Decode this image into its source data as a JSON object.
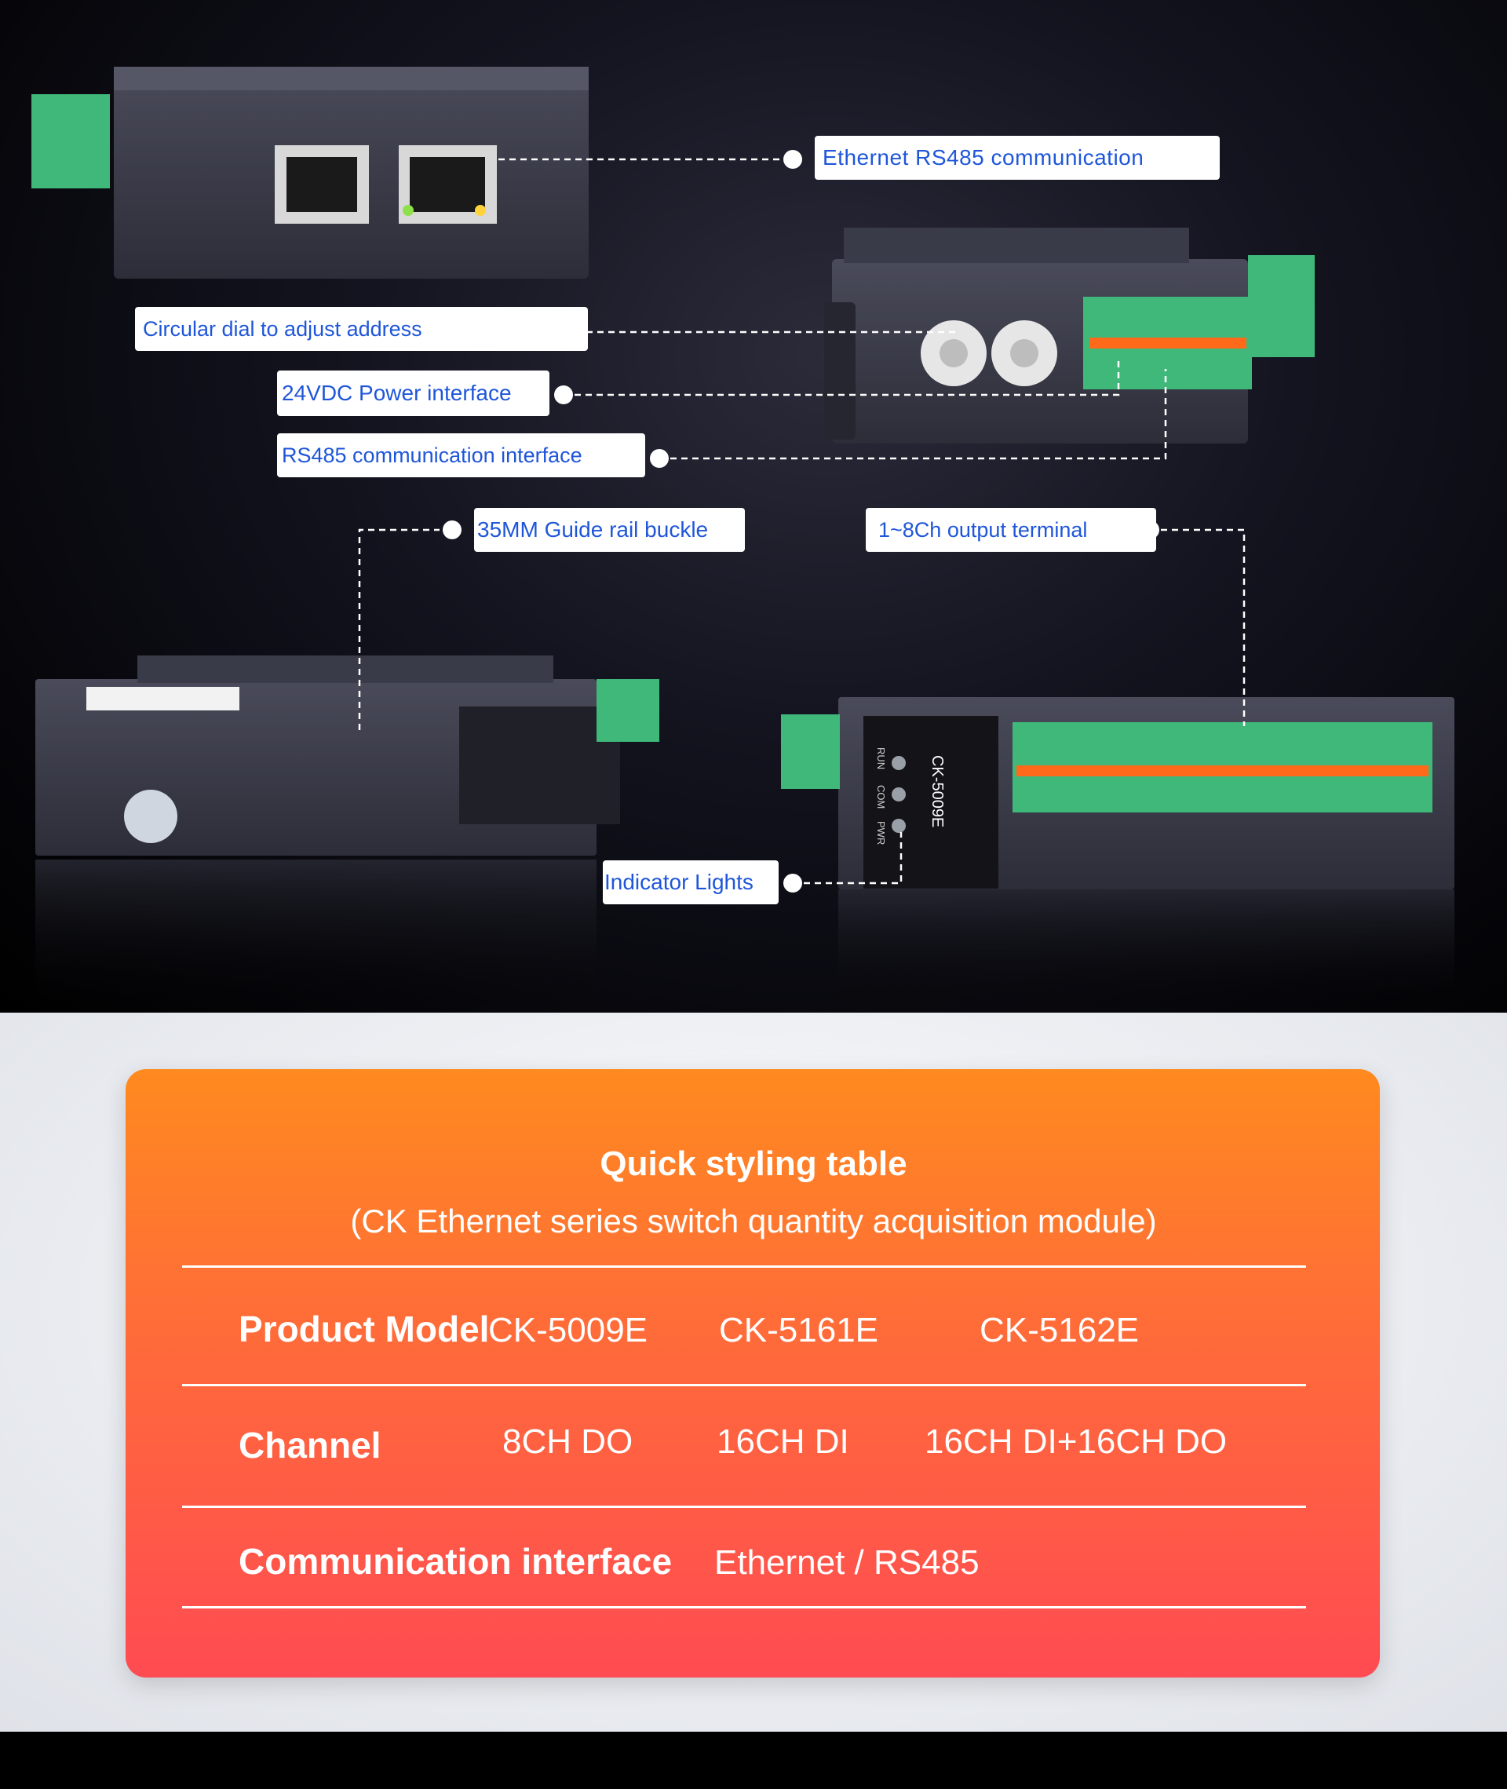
{
  "callouts": {
    "ethernet_rs485": "Ethernet RS485 communication",
    "circular_dial": "Circular dial to adjust address",
    "power": "24VDC Power interface",
    "rs485": "RS485 communication interface",
    "guide_rail": "35MM Guide rail buckle",
    "output_terminal": "1~8Ch output terminal",
    "indicator": "Indicator Lights"
  },
  "device": {
    "model_label": "CK-5009E",
    "led_labels": [
      "RUN",
      "COM",
      "PWR"
    ]
  },
  "table": {
    "title": "Quick styling table",
    "subtitle": "(CK Ethernet series switch quantity acquisition module)",
    "rows": [
      {
        "label": "Product Model",
        "values": [
          "CK-5009E",
          "CK-5161E",
          "CK-5162E"
        ]
      },
      {
        "label": "Channel",
        "values": [
          "8CH DO",
          "16CH DI",
          "16CH DI+16CH DO"
        ]
      },
      {
        "label": "Communication interface",
        "values": [
          "Ethernet / RS485"
        ]
      }
    ]
  },
  "colors": {
    "callout_text": "#1f56d9",
    "card_top": "#ff8a1f",
    "card_bottom": "#ff4b52",
    "terminal_green": "#3fb87a",
    "terminal_orange": "#ff6a1a"
  }
}
